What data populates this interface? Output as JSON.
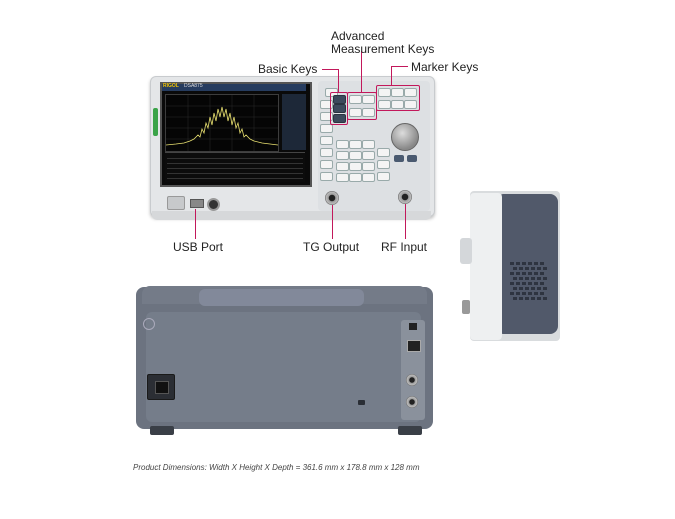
{
  "callouts": {
    "advanced_line1": "Advanced",
    "advanced_line2": "Measurement Keys",
    "basic": "Basic Keys",
    "marker": "Marker Keys",
    "usb_port": "USB Port",
    "tg_output": "TG Output",
    "rf_input": "RF Input"
  },
  "device": {
    "brand": "RIGOL",
    "model": "DSA875"
  },
  "caption": "Product Dimensions: Width X Height X Depth = 361.6 mm x 178.8 mm x 128 mm",
  "colors": {
    "callout_line": "#c2185b",
    "screen_trace": "#e8e070",
    "bezel_green": "#3aa348"
  }
}
